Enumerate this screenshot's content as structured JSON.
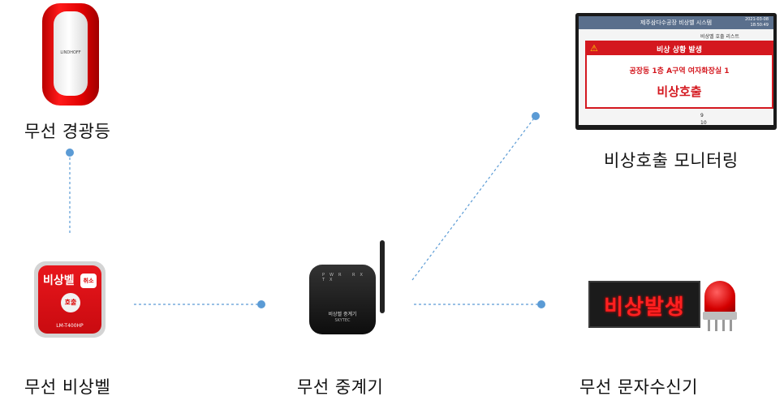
{
  "nodes": {
    "strobe": {
      "label": "무선 경광등",
      "brand": "LINDHOFF"
    },
    "bell": {
      "label": "무선 비상벨",
      "device_title": "비상벨",
      "cancel": "취소",
      "call": "호출",
      "model": "LM-T400HP"
    },
    "repeater": {
      "label": "무선 중계기",
      "leds": "PWR RX TX",
      "device_name": "비상벨 중계기",
      "brand": "SKYTEC"
    },
    "monitor": {
      "label": "비상호출 모니터링",
      "screen_title": "제주삼다수공장 비상벨 시스템",
      "date": "2021-03-08",
      "time": "18:50:49",
      "list_header": "비상벨 호출 리스트",
      "popup_title": "비상 상황 발생",
      "popup_location": "공장동 1층 A구역 여자화장실 1",
      "popup_call": "비상호출",
      "rows": [
        "9",
        "10"
      ]
    },
    "receiver": {
      "label": "무선 문자수신기",
      "sign_text": "비상발생"
    }
  },
  "colors": {
    "link": "#5b9bd5",
    "alert_red": "#d4181f",
    "led_red": "#ff2020"
  }
}
